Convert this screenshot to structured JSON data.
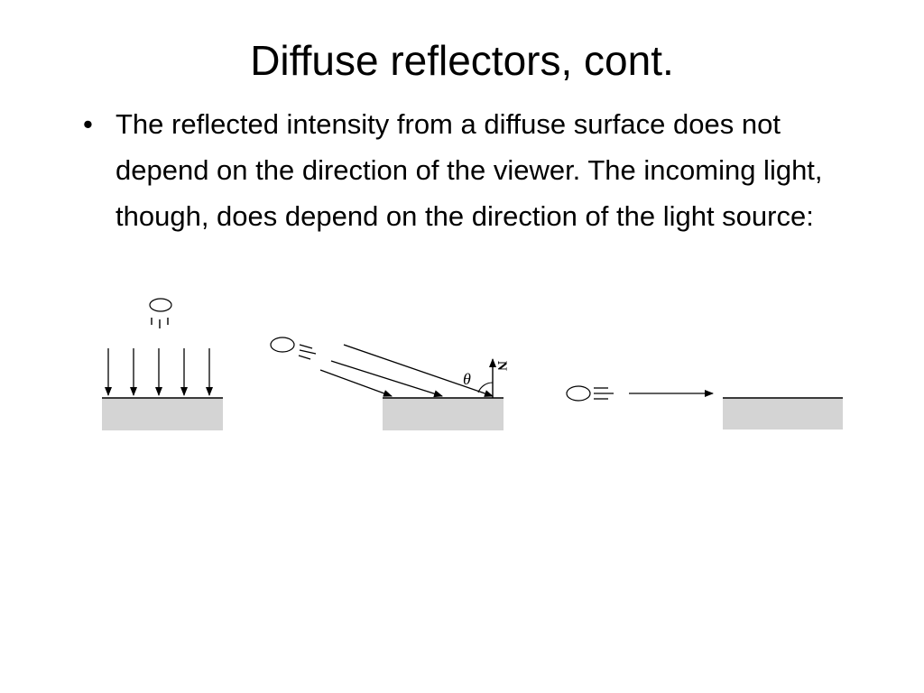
{
  "slide": {
    "title": "Diffuse reflectors, cont.",
    "bullets": [
      {
        "marker": "•",
        "text": "The reflected intensity from a diffuse surface does not depend on the direction of the viewer.  The incoming light, though, does depend on the direction of the light source:"
      }
    ]
  },
  "diagram": {
    "normal_label": "N",
    "angle_label": "θ",
    "panels": [
      {
        "name": "overhead light",
        "incidence": "perpendicular"
      },
      {
        "name": "oblique light",
        "incidence": "angled"
      },
      {
        "name": "grazing light",
        "incidence": "parallel"
      }
    ],
    "colors": {
      "surface": "#d4d4d4",
      "line": "#000000"
    }
  }
}
